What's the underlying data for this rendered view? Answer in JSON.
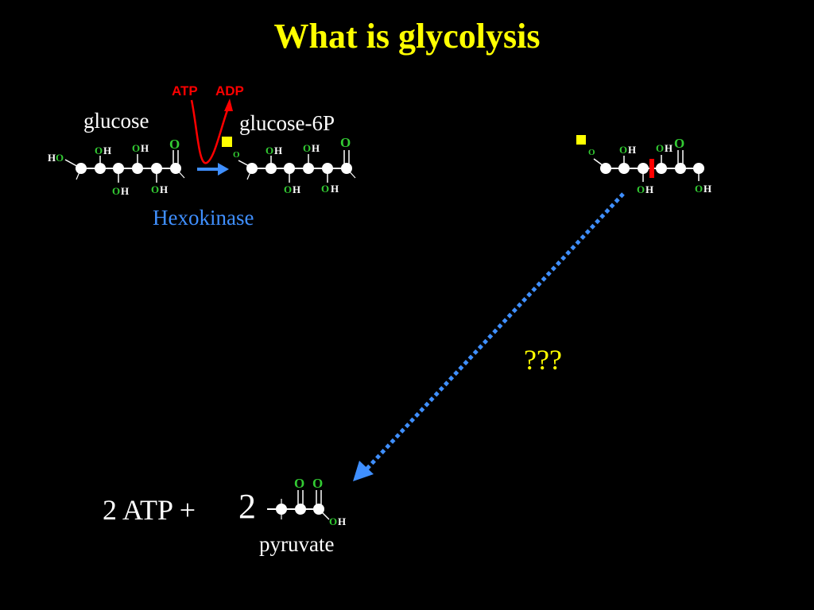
{
  "slide": {
    "title": "What is glycolysis",
    "question_marks": "???",
    "atp_yield": "2 ATP +",
    "pyruvate_count": "2",
    "molecules": {
      "glucose": "glucose",
      "glucose6p": "glucose-6P",
      "pyruvate": "pyruvate"
    },
    "reaction": {
      "enzyme": "Hexokinase",
      "atp": "ATP",
      "adp": "ADP"
    },
    "atoms": {
      "oxygen": "O",
      "hydrogen": "H"
    }
  },
  "colors": {
    "background": "#000000",
    "title": "#ffff00",
    "white": "#ffffff",
    "oxygen": "#33cc33",
    "phosphate": "#ffff00",
    "enzyme": "#3f8fff",
    "cofactor": "#ff0000",
    "cleavage": "#ff0000"
  }
}
